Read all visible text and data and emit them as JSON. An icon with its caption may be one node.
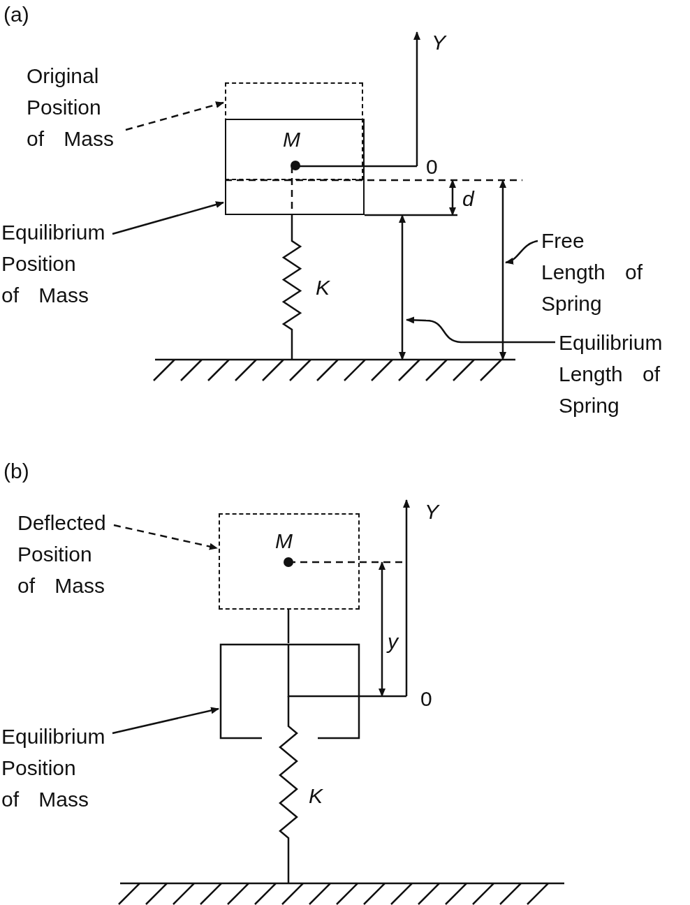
{
  "diagram": {
    "nodes": [
      {
        "text": [
          "Original Position of Mass"
        ]
      },
      {
        "text": [],
        "shape": "box"
      },
      {
        "text": [],
        "shape": "box"
      },
      {
        "text": [
          "Equilibrium Position of Mass"
        ]
      },
      {
        "text": [
          "Free Length of Spring"
        ]
      },
      {
        "text": [
          "Equilibrium Length of Spring"
        ]
      },
      {
        "text": [
          "Deflected Position of Mass"
        ]
      },
      {
        "text": [],
        "shape": "box"
      },
      {
        "text": [
          "Equilibrium Position of Mass"
        ]
      },
      {
        "text": [],
        "shape": "box"
      }
    ],
    "edges": [
      {
        "from": 0,
        "to": 1,
        "arrow": "to",
        "style": "dashed"
      },
      {
        "from": 3,
        "to": 2,
        "arrow": "to"
      },
      {
        "from": 4,
        "to": null,
        "arrow": "to"
      },
      {
        "from": 5,
        "to": null,
        "arrow": "to"
      },
      {
        "from": 6,
        "to": 7,
        "arrow": "to",
        "style": "dashed"
      },
      {
        "from": 8,
        "to": 9,
        "arrow": "to"
      },
      {
        "from": 7,
        "to": 9,
        "arrow": "none"
      }
    ],
    "labels": [
      "(a)",
      "Y",
      "M",
      "0",
      "d",
      "K",
      "(b)",
      "Y",
      "M",
      "y",
      "0",
      "K"
    ]
  }
}
